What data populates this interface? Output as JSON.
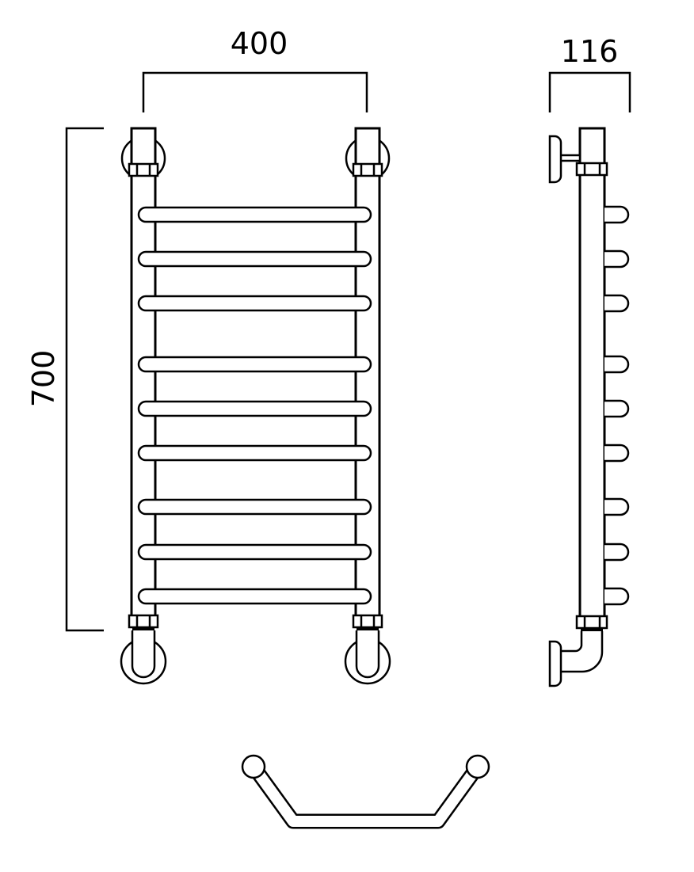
{
  "dimensions": {
    "width": "400",
    "height": "700",
    "depth": "116"
  },
  "rung_count": 9,
  "colors": {
    "line": "#000000",
    "fill": "#ffffff"
  }
}
